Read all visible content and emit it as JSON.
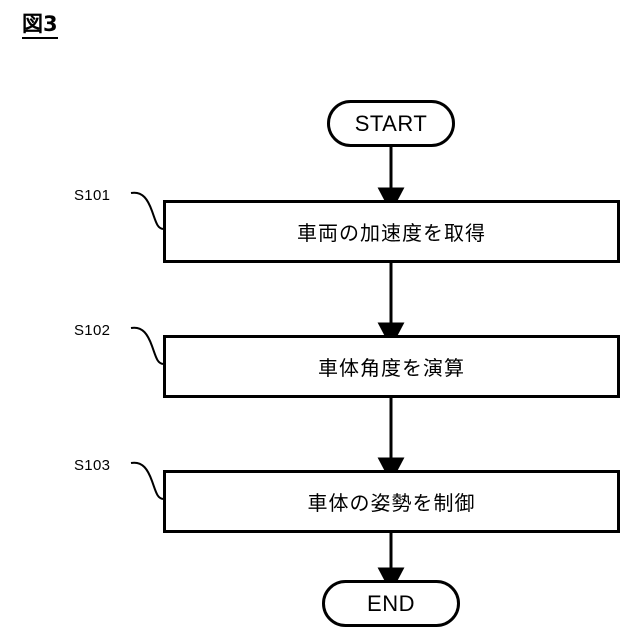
{
  "figure": {
    "title": "図3",
    "type": "flowchart",
    "line_color": "#000000",
    "background_color": "#ffffff"
  },
  "nodes": {
    "start": {
      "label": "START",
      "shape": "stadium"
    },
    "end": {
      "label": "END",
      "shape": "stadium"
    },
    "steps": [
      {
        "ref": "S101",
        "label": "車両の加速度を取得",
        "shape": "rectangle"
      },
      {
        "ref": "S102",
        "label": "車体角度を演算",
        "shape": "rectangle"
      },
      {
        "ref": "S103",
        "label": "車体の姿勢を制御",
        "shape": "rectangle"
      }
    ]
  },
  "flow": [
    {
      "from": "START",
      "to": "S101",
      "arrow": "down"
    },
    {
      "from": "S101",
      "to": "S102",
      "arrow": "down"
    },
    {
      "from": "S102",
      "to": "S103",
      "arrow": "down"
    },
    {
      "from": "S103",
      "to": "END",
      "arrow": "down"
    }
  ]
}
